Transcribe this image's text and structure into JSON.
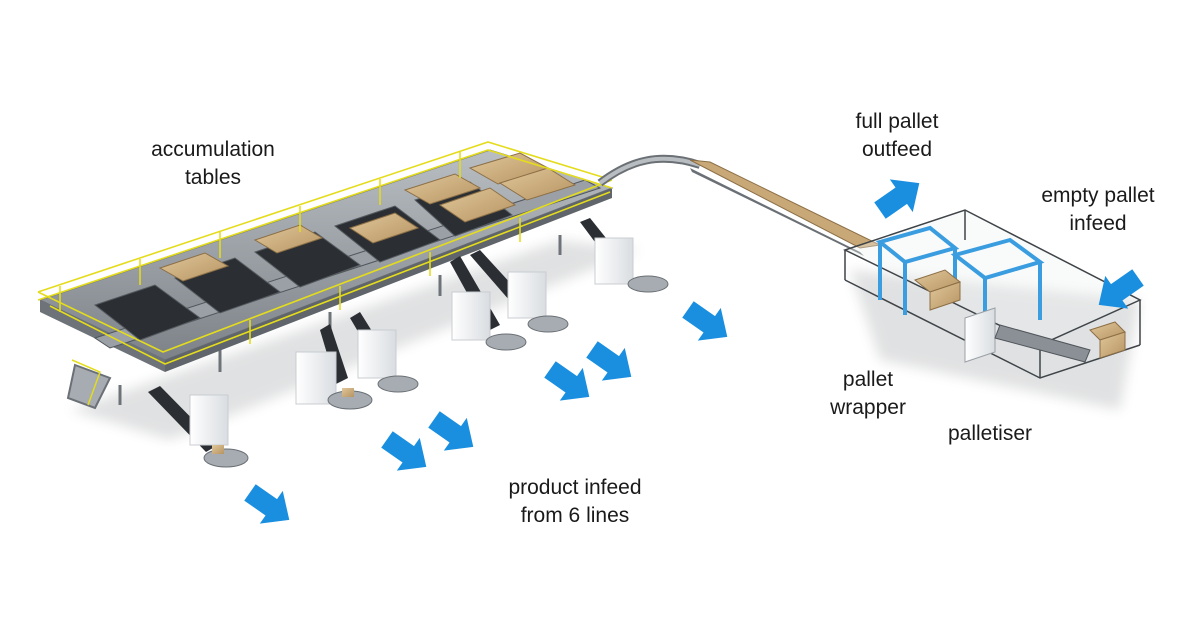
{
  "labels": {
    "accumulation_tables": [
      "accumulation",
      "tables"
    ],
    "full_pallet_outfeed": [
      "full pallet",
      "outfeed"
    ],
    "empty_pallet_infeed": [
      "empty pallet",
      "infeed"
    ],
    "pallet_wrapper": [
      "pallet",
      "wrapper"
    ],
    "palletiser": "palletiser",
    "product_infeed": [
      "product infeed",
      "from 6 lines"
    ]
  },
  "colors": {
    "arrow": "#1a8fe0",
    "platform_rail": "#e8e020",
    "platform_deck": "#8a9096",
    "belt": "#2b2f33",
    "box": "#c9a877",
    "machine_frame": "#3a9de0",
    "machine_body": "#f2f3f5"
  }
}
